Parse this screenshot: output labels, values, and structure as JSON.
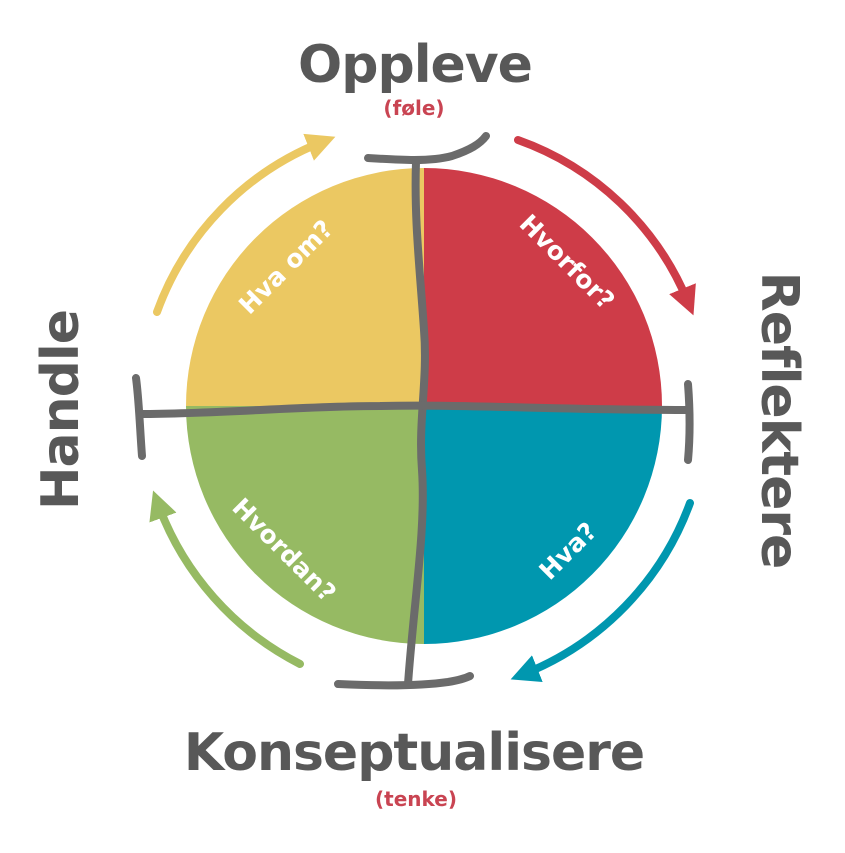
{
  "colors": {
    "yellow": "#EBC862",
    "red": "#CE3C48",
    "teal": "#0097AF",
    "green": "#96BA63",
    "axis_gray": "#6B6B6B",
    "text_gray": "#585858",
    "sub_label_red": "#C94452"
  },
  "stages": {
    "top": {
      "label": "Oppleve",
      "sub_label": "(føle)"
    },
    "right": {
      "label": "Reflektere"
    },
    "bottom": {
      "label": "Konseptualisere",
      "sub_label": "(tenke)"
    },
    "left": {
      "label": "Handle"
    }
  },
  "quadrants": {
    "top_left": {
      "question": "Hva om?",
      "color": "#EBC862"
    },
    "top_right": {
      "question": "Hvorfor?",
      "color": "#CE3C48"
    },
    "bottom_right": {
      "question": "Hva?",
      "color": "#0097AF"
    },
    "bottom_left": {
      "question": "Hvordan?",
      "color": "#96BA63"
    }
  },
  "arrows": [
    {
      "name": "arrow-top-right",
      "color": "#CE3C48",
      "direction": "clockwise"
    },
    {
      "name": "arrow-bottom-right",
      "color": "#0097AF",
      "direction": "clockwise"
    },
    {
      "name": "arrow-bottom-left",
      "color": "#96BA63",
      "direction": "clockwise"
    },
    {
      "name": "arrow-top-left",
      "color": "#EBC862",
      "direction": "clockwise"
    }
  ]
}
